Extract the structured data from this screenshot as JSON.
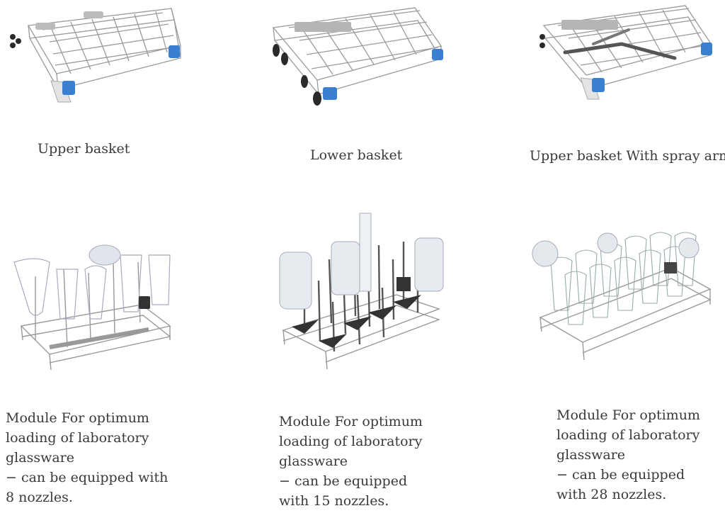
{
  "items": [
    {
      "caption": "Upper basket"
    },
    {
      "caption": "Lower basket"
    },
    {
      "caption": "Upper basket With spray arm"
    }
  ],
  "modules": [
    {
      "lines": [
        "Module For optimum",
        "loading of laboratory",
        "glassware",
        "−  can be equipped with",
        "8 nozzles."
      ]
    },
    {
      "lines": [
        "Module For optimum",
        "loading of laboratory",
        "glassware",
        "−  can be equipped",
        "with 15 nozzles."
      ]
    },
    {
      "lines": [
        "Module For optimum",
        "loading of laboratory",
        "glassware",
        "−  can be equipped",
        "with 28 nozzles."
      ]
    }
  ],
  "colors": {
    "frame": "#9a9a9a",
    "clip": "#3b7fd0",
    "wheel": "#2a2a2a",
    "glass": "#c9d3db"
  }
}
